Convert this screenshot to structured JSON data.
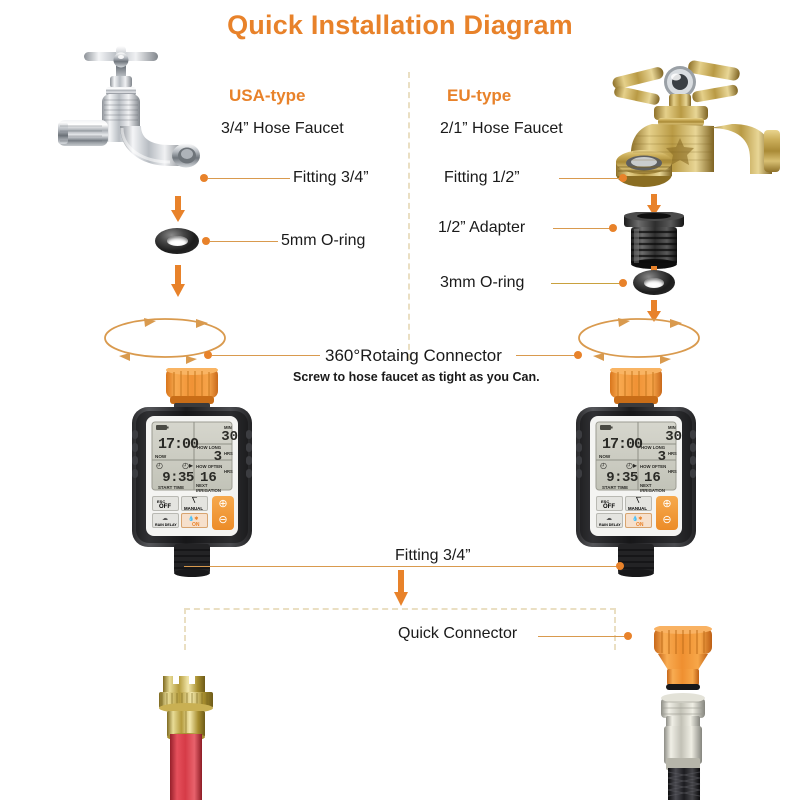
{
  "page": {
    "title": "Quick Installation Diagram",
    "accent_color": "#E8822A",
    "leader_color": "#D99A4E",
    "divider_color": "#EADFC3",
    "background": "#FFFFFF"
  },
  "columns": {
    "usa": {
      "heading": "USA-type",
      "faucet_label": "3/4” Hose Faucet",
      "steps": [
        {
          "label": "Fitting 3/4”",
          "part": "chrome-faucet-outlet"
        },
        {
          "label": "5mm O-ring",
          "part": "black-o-ring"
        }
      ]
    },
    "eu": {
      "heading": "EU-type",
      "faucet_label": "2/1” Hose Faucet",
      "steps": [
        {
          "label": "Fitting 1/2”",
          "part": "brass-faucet-outlet"
        },
        {
          "label": "1/2” Adapter",
          "part": "black-plastic-adapter"
        },
        {
          "label": "3mm O-ring",
          "part": "black-o-ring"
        }
      ]
    }
  },
  "connector": {
    "title": "360°Rotaing Connector",
    "subtitle": "Screw to hose faucet as tight as you Can."
  },
  "bottom": {
    "fitting_label": "Fitting 3/4”",
    "quick_connector_label": "Quick Connector"
  },
  "timer": {
    "display": {
      "now_time": "17:00",
      "now_label": "NOW",
      "how_long_value": "30",
      "how_long_unit": "MIN",
      "how_long_label": "HOW LONG",
      "how_often_value": "3",
      "how_often_unit": "HRS",
      "how_often_label": "HOW OFTEN",
      "start_time_value": "9:35",
      "start_time_label": "START TIME",
      "next_value": "16",
      "next_unit": "HRS",
      "next_label_1": "NEXT",
      "next_label_2": "IRRIGATION"
    },
    "buttons": {
      "esc": "ESC",
      "off": "OFF",
      "manual": "MANUAL",
      "rain_delay": "RAIN DELAY",
      "on": "ON",
      "plus": "⊕",
      "minus": "⊖"
    }
  },
  "hoses": {
    "left": {
      "part": "red-hose-brass-fitting"
    },
    "right": {
      "part": "black-hose-quick-coupling"
    }
  }
}
